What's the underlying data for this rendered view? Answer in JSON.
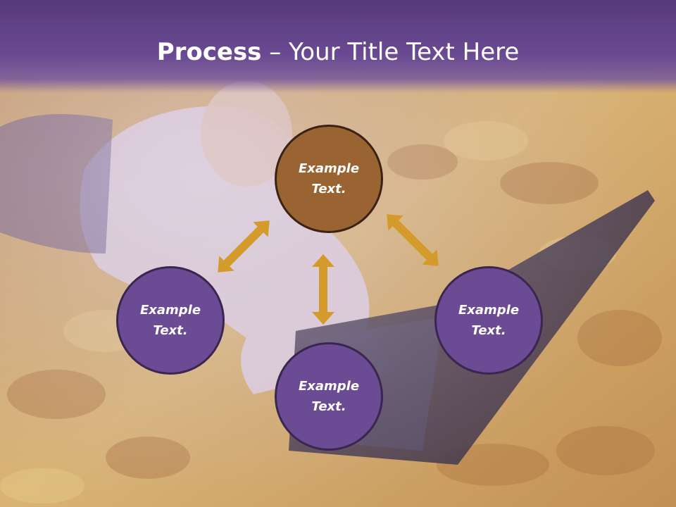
{
  "title": {
    "bold": "Process",
    "rest": " – Your Title Text Here"
  },
  "nodes": {
    "top": "Example Text.",
    "left": "Example Text.",
    "right": "Example Text.",
    "bottom": "Example Text."
  },
  "colors": {
    "title_band": "#5f4186",
    "node_purple": "#6b4b93",
    "node_brown": "#9a6332",
    "arrow": "#d49b2a",
    "node_border": "#3b2650"
  },
  "icons": [
    "double-arrow-icon",
    "double-arrow-icon",
    "double-arrow-icon",
    "double-arrow-icon"
  ]
}
